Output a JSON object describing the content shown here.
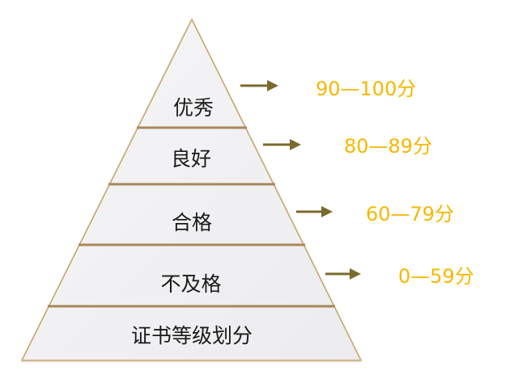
{
  "pyramid": {
    "tiers": [
      {
        "label": "优秀",
        "range": "90—100分"
      },
      {
        "label": "良好",
        "range": "80—89分"
      },
      {
        "label": "合格",
        "range": "60—79分"
      },
      {
        "label": "不及格",
        "range": "0—59分"
      },
      {
        "label": "证书等级划分"
      }
    ]
  },
  "colors": {
    "range_text": "#f5b800",
    "arrow": "#7a6a2e",
    "outline": "#c8a468",
    "divider": "#a8885a",
    "fill": "#f2f2f4"
  }
}
